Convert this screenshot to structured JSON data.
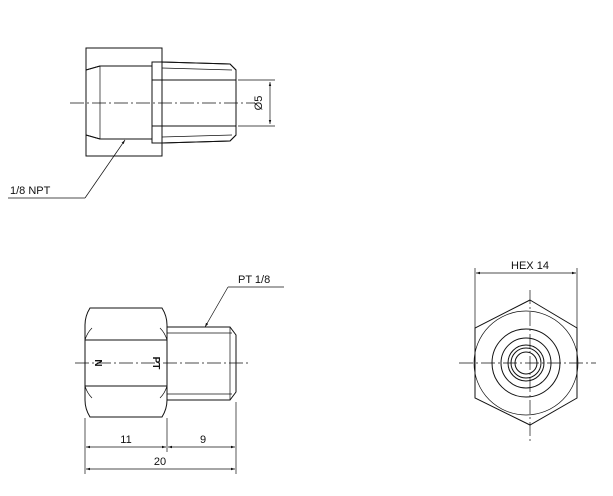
{
  "views": {
    "section": {
      "diameter_label": "Ø5",
      "thread_label": "1/8 NPT"
    },
    "side": {
      "thread_label": "PT 1/8",
      "mark_left": "N",
      "mark_right": "PT",
      "dim_hex_length": "11",
      "dim_thread_length": "9",
      "dim_total_length": "20"
    },
    "end": {
      "hex_label": "HEX 14"
    }
  }
}
